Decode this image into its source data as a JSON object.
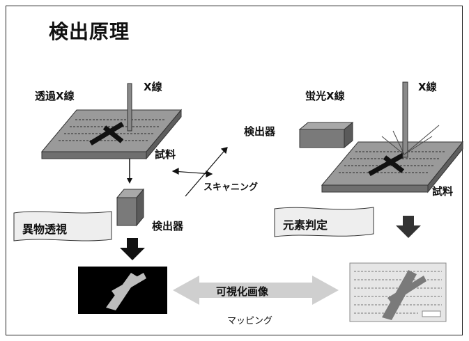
{
  "title": "検出原理",
  "left": {
    "method": "透過X線",
    "xray": "X線",
    "sample": "試料",
    "detector": "検出器",
    "result_label": "異物透視"
  },
  "right": {
    "method": "蛍光X線",
    "xray": "X線",
    "sample": "試料",
    "detector": "検出器",
    "result_label": "元素判定"
  },
  "center": {
    "scanning": "スキャニング",
    "visualize": "可視化画像",
    "mapping": "マッピング"
  }
}
